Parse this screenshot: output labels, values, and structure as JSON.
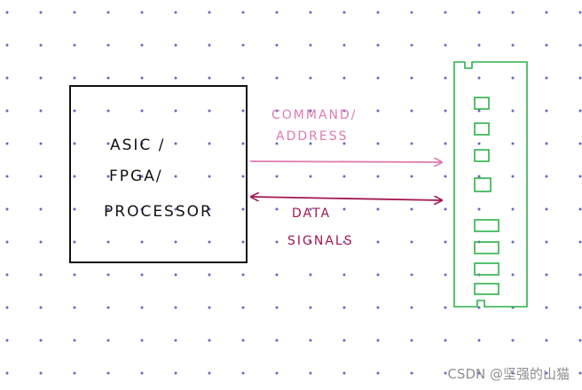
{
  "processor": {
    "lines": [
      "ASIC /",
      "FPGA/",
      "PROCESSOR"
    ]
  },
  "command_label": {
    "lines": [
      "COMMAND/",
      "ADDRESS"
    ]
  },
  "data_label": {
    "lines": [
      "DATA",
      "SIGNALS"
    ]
  },
  "watermark": "CSDN @坚强的山猫",
  "colors": {
    "dot": "#6b64c8",
    "box": "#111111",
    "command": "#e07ab0",
    "data": "#a31752",
    "memory": "#2bb24a",
    "watermark": "#8e8e8e"
  }
}
